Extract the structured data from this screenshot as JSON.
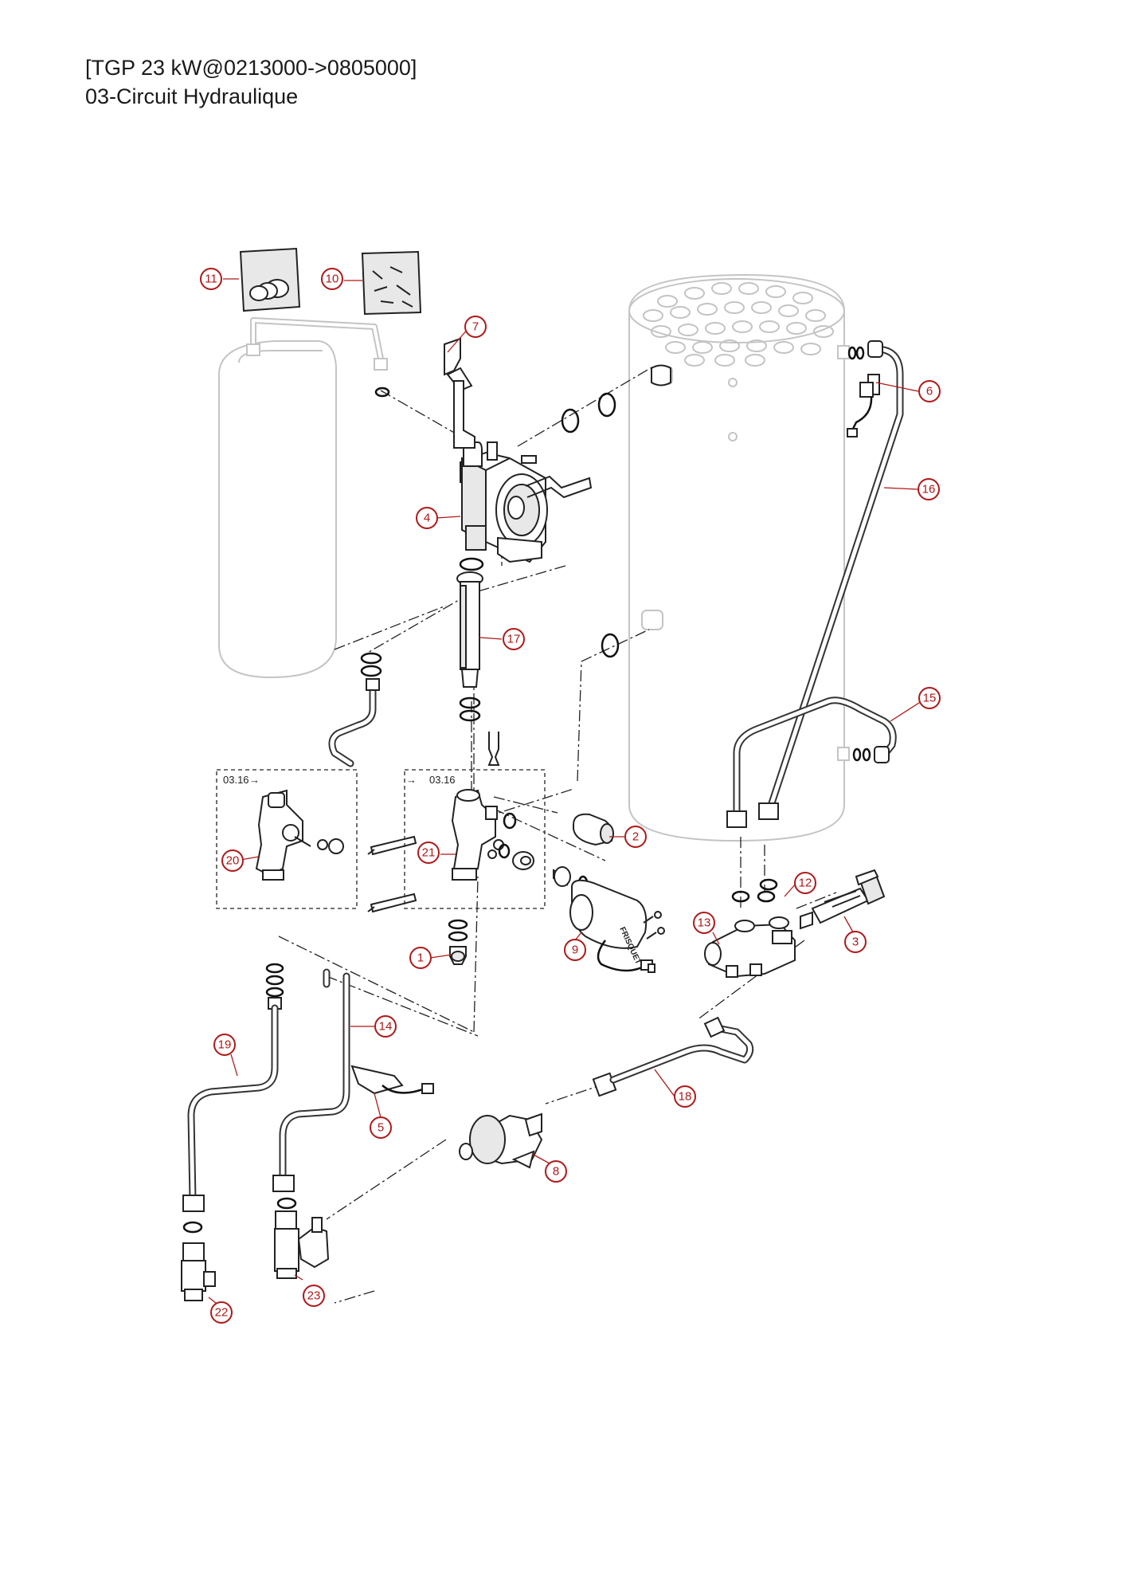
{
  "header": {
    "line1": "[TGP 23 kW@0213000->0805000]",
    "line2": "03-Circuit Hydraulique"
  },
  "callouts": {
    "c1": "1",
    "c2": "2",
    "c3": "3",
    "c4": "4",
    "c5": "5",
    "c6": "6",
    "c7": "7",
    "c8": "8",
    "c9": "9",
    "c10": "10",
    "c11": "11",
    "c12": "12",
    "c13": "13",
    "c14": "14",
    "c15": "15",
    "c16": "16",
    "c17": "17",
    "c18": "18",
    "c19": "19",
    "c20": "20",
    "c21": "21",
    "c22": "22",
    "c23": "23"
  },
  "subassembly_refs": {
    "left_box": "03.16",
    "right_box": "03.16",
    "left_arrow": "→",
    "right_arrow": "→"
  },
  "pump_brand": "FRISQUET",
  "colors": {
    "callout": "#b01818",
    "ghost_outline": "#c4c4c4",
    "line": "#222222"
  }
}
